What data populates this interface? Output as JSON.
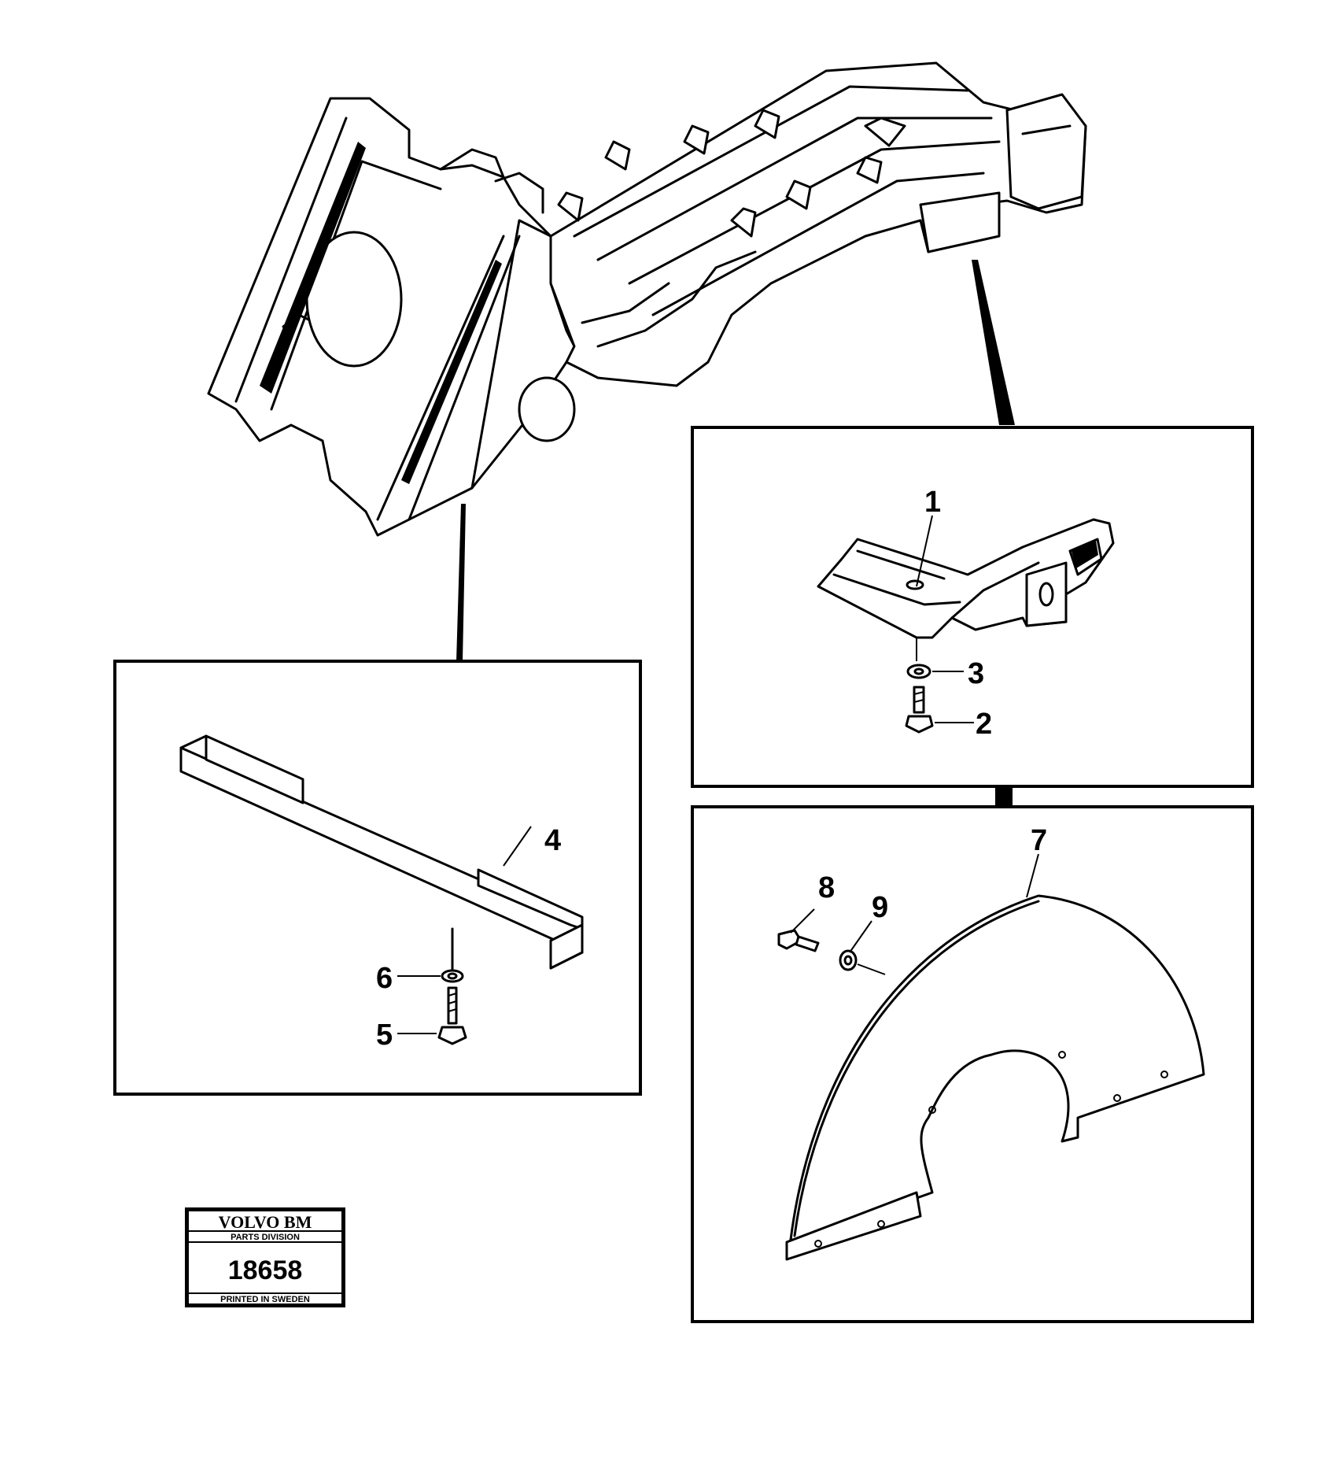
{
  "callouts": {
    "p1": "1",
    "p2": "2",
    "p3": "3",
    "p4": "4",
    "p5": "5",
    "p6": "6",
    "p7": "7",
    "p8": "8",
    "p9": "9"
  },
  "stamp": {
    "brand": "VOLVO BM",
    "division": "PARTS DIVISION",
    "number": "18658",
    "footer": "PRINTED IN SWEDEN"
  }
}
